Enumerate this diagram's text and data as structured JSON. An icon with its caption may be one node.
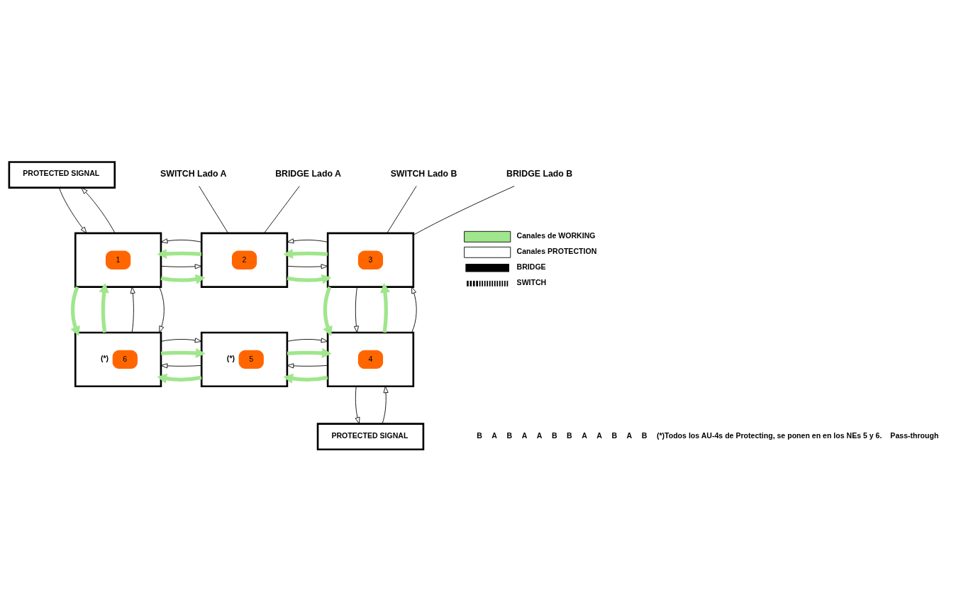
{
  "diagram": {
    "nodes": [
      {
        "text": [
          "PROTECTED SIGNAL"
        ]
      },
      {
        "text": [
          "SWITCH Lado A"
        ]
      },
      {
        "text": [
          "BRIDGE Lado A"
        ]
      },
      {
        "text": [
          "SWITCH Lado B"
        ]
      },
      {
        "text": [
          "BRIDGE Lado B"
        ]
      },
      {
        "text": [
          "1"
        ]
      },
      {
        "text": [
          "2"
        ]
      },
      {
        "text": [
          "3"
        ]
      },
      {
        "text": [
          "(*)",
          "6"
        ]
      },
      {
        "text": [
          "(*)",
          "5"
        ]
      },
      {
        "text": [
          "4"
        ]
      },
      {
        "text": [
          "PROTECTED SIGNAL"
        ]
      }
    ],
    "edges": [
      {
        "from": 0,
        "to": 5,
        "arrow": "to"
      },
      {
        "from": 5,
        "to": 0,
        "arrow": "to"
      },
      {
        "from": 1,
        "to": 6,
        "arrow": "none"
      },
      {
        "from": 2,
        "to": 6,
        "arrow": "none"
      },
      {
        "from": 3,
        "to": 7,
        "arrow": "none"
      },
      {
        "from": 4,
        "to": 7,
        "arrow": "none"
      },
      {
        "from": 5,
        "to": 6,
        "arrow": "to",
        "style": "thick",
        "color": "#a0e68c"
      },
      {
        "from": 5,
        "to": 6,
        "arrow": "to"
      },
      {
        "from": 6,
        "to": 5,
        "arrow": "to",
        "style": "thick",
        "color": "#a0e68c"
      },
      {
        "from": 6,
        "to": 5,
        "arrow": "to"
      },
      {
        "from": 6,
        "to": 7,
        "arrow": "to",
        "style": "thick",
        "color": "#a0e68c"
      },
      {
        "from": 6,
        "to": 7,
        "arrow": "to"
      },
      {
        "from": 7,
        "to": 6,
        "arrow": "to",
        "style": "thick",
        "color": "#a0e68c"
      },
      {
        "from": 7,
        "to": 6,
        "arrow": "to"
      },
      {
        "from": 7,
        "to": 10,
        "arrow": "to",
        "style": "thick",
        "color": "#a0e68c"
      },
      {
        "from": 7,
        "to": 10,
        "arrow": "to"
      },
      {
        "from": 10,
        "to": 7,
        "arrow": "to",
        "style": "thick",
        "color": "#a0e68c"
      },
      {
        "from": 10,
        "to": 7,
        "arrow": "to"
      },
      {
        "from": 10,
        "to": 9,
        "arrow": "to",
        "style": "thick",
        "color": "#a0e68c"
      },
      {
        "from": 10,
        "to": 9,
        "arrow": "to"
      },
      {
        "from": 9,
        "to": 10,
        "arrow": "to",
        "style": "thick",
        "color": "#a0e68c"
      },
      {
        "from": 9,
        "to": 10,
        "arrow": "to"
      },
      {
        "from": 9,
        "to": 8,
        "arrow": "to",
        "style": "thick",
        "color": "#a0e68c"
      },
      {
        "from": 9,
        "to": 8,
        "arrow": "to"
      },
      {
        "from": 8,
        "to": 9,
        "arrow": "to",
        "style": "thick",
        "color": "#a0e68c"
      },
      {
        "from": 8,
        "to": 9,
        "arrow": "to"
      },
      {
        "from": 8,
        "to": 5,
        "arrow": "to",
        "style": "thick",
        "color": "#a0e68c"
      },
      {
        "from": 8,
        "to": 5,
        "arrow": "to"
      },
      {
        "from": 5,
        "to": 8,
        "arrow": "to",
        "style": "thick",
        "color": "#a0e68c"
      },
      {
        "from": 5,
        "to": 8,
        "arrow": "to"
      },
      {
        "from": 11,
        "to": 10,
        "arrow": "to"
      },
      {
        "from": 10,
        "to": 11,
        "arrow": "to"
      }
    ],
    "labels": [
      "B",
      "A",
      "B",
      "A",
      "A",
      "B",
      "B",
      "A",
      "A",
      "B",
      "A",
      "B",
      "(*)Todos los AU-4s de Protecting, se ponen en en los NEs 5 y 6.",
      "Pass-through"
    ],
    "legend": [
      {
        "text": "Canales de WORKING",
        "color": "#a0e68c"
      },
      {
        "text": "Canales PROTECTION",
        "color": "#ffffff"
      },
      {
        "text": "BRIDGE"
      },
      {
        "text": "SWITCH"
      }
    ]
  }
}
